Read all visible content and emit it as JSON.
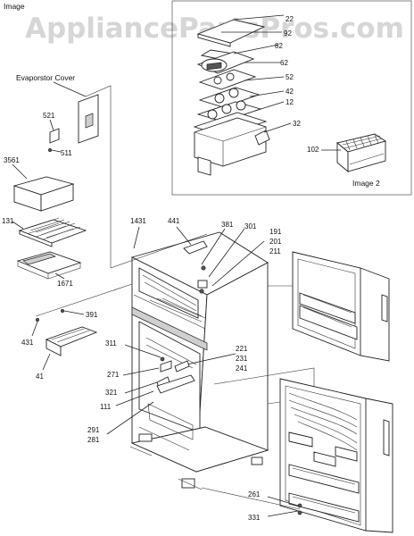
{
  "watermark": "AppliancePartsPros.com",
  "captions": {
    "image_top": "Image",
    "image2": "Image 2",
    "evaporator_cover": "Evaporstor Cover"
  },
  "labels": {
    "p22": "22",
    "p92": "92",
    "p82": "82",
    "p62": "62",
    "p52": "52",
    "p42": "42",
    "p12": "12",
    "p32": "32",
    "p102": "102",
    "p521": "521",
    "p511": "511",
    "p3561": "3561",
    "p131": "131",
    "p1671": "1671",
    "p1431": "1431",
    "p441": "441",
    "p381": "381",
    "p301": "301",
    "p191": "191",
    "p201": "201",
    "p211": "211",
    "p391": "391",
    "p431": "431",
    "p41": "41",
    "p311": "311",
    "p221": "221",
    "p231": "231",
    "p241": "241",
    "p271": "271",
    "p321": "321",
    "p111": "111",
    "p291": "291",
    "p281": "281",
    "p261": "261",
    "p331": "331"
  }
}
